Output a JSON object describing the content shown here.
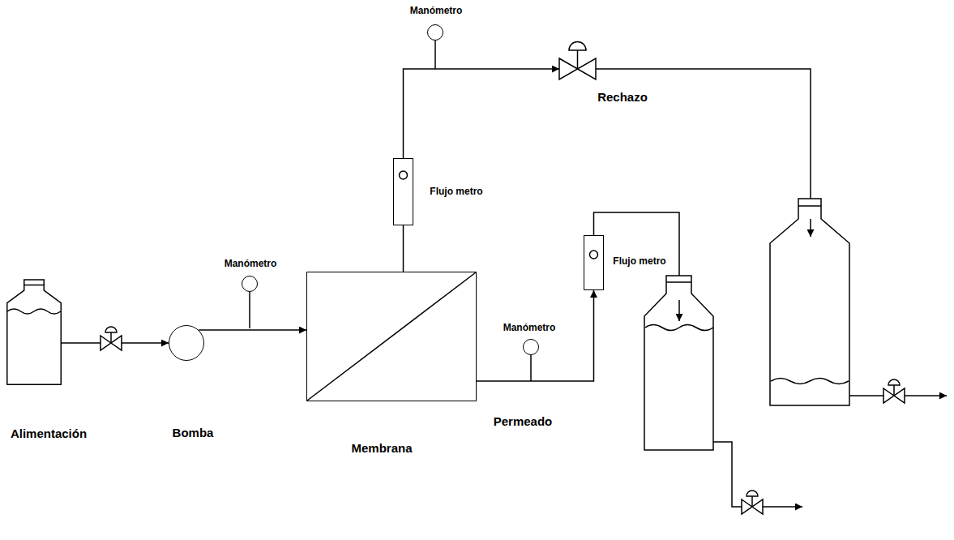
{
  "diagram": {
    "nodes": [
      {
        "text": [
          "Alimentación"
        ]
      },
      {
        "text": [
          "Bomba"
        ]
      },
      {
        "text": [
          "Manómetro"
        ]
      },
      {
        "text": [
          "Membrana"
        ]
      },
      {
        "text": [
          "Flujo metro"
        ]
      },
      {
        "text": [
          "Manómetro"
        ]
      },
      {
        "text": [
          "Manómetro"
        ]
      },
      {
        "text": [
          "Flujo metro"
        ]
      }
    ],
    "edges": [
      {
        "from": 0,
        "to": 1,
        "arrow": "to"
      },
      {
        "from": 1,
        "to": 3,
        "arrow": "to"
      },
      {
        "from": 3,
        "to": 4,
        "arrow": "none"
      },
      {
        "from": 3,
        "to": 7,
        "arrow": "to"
      }
    ],
    "labels": [
      "Rechazo",
      "Permeado"
    ]
  }
}
